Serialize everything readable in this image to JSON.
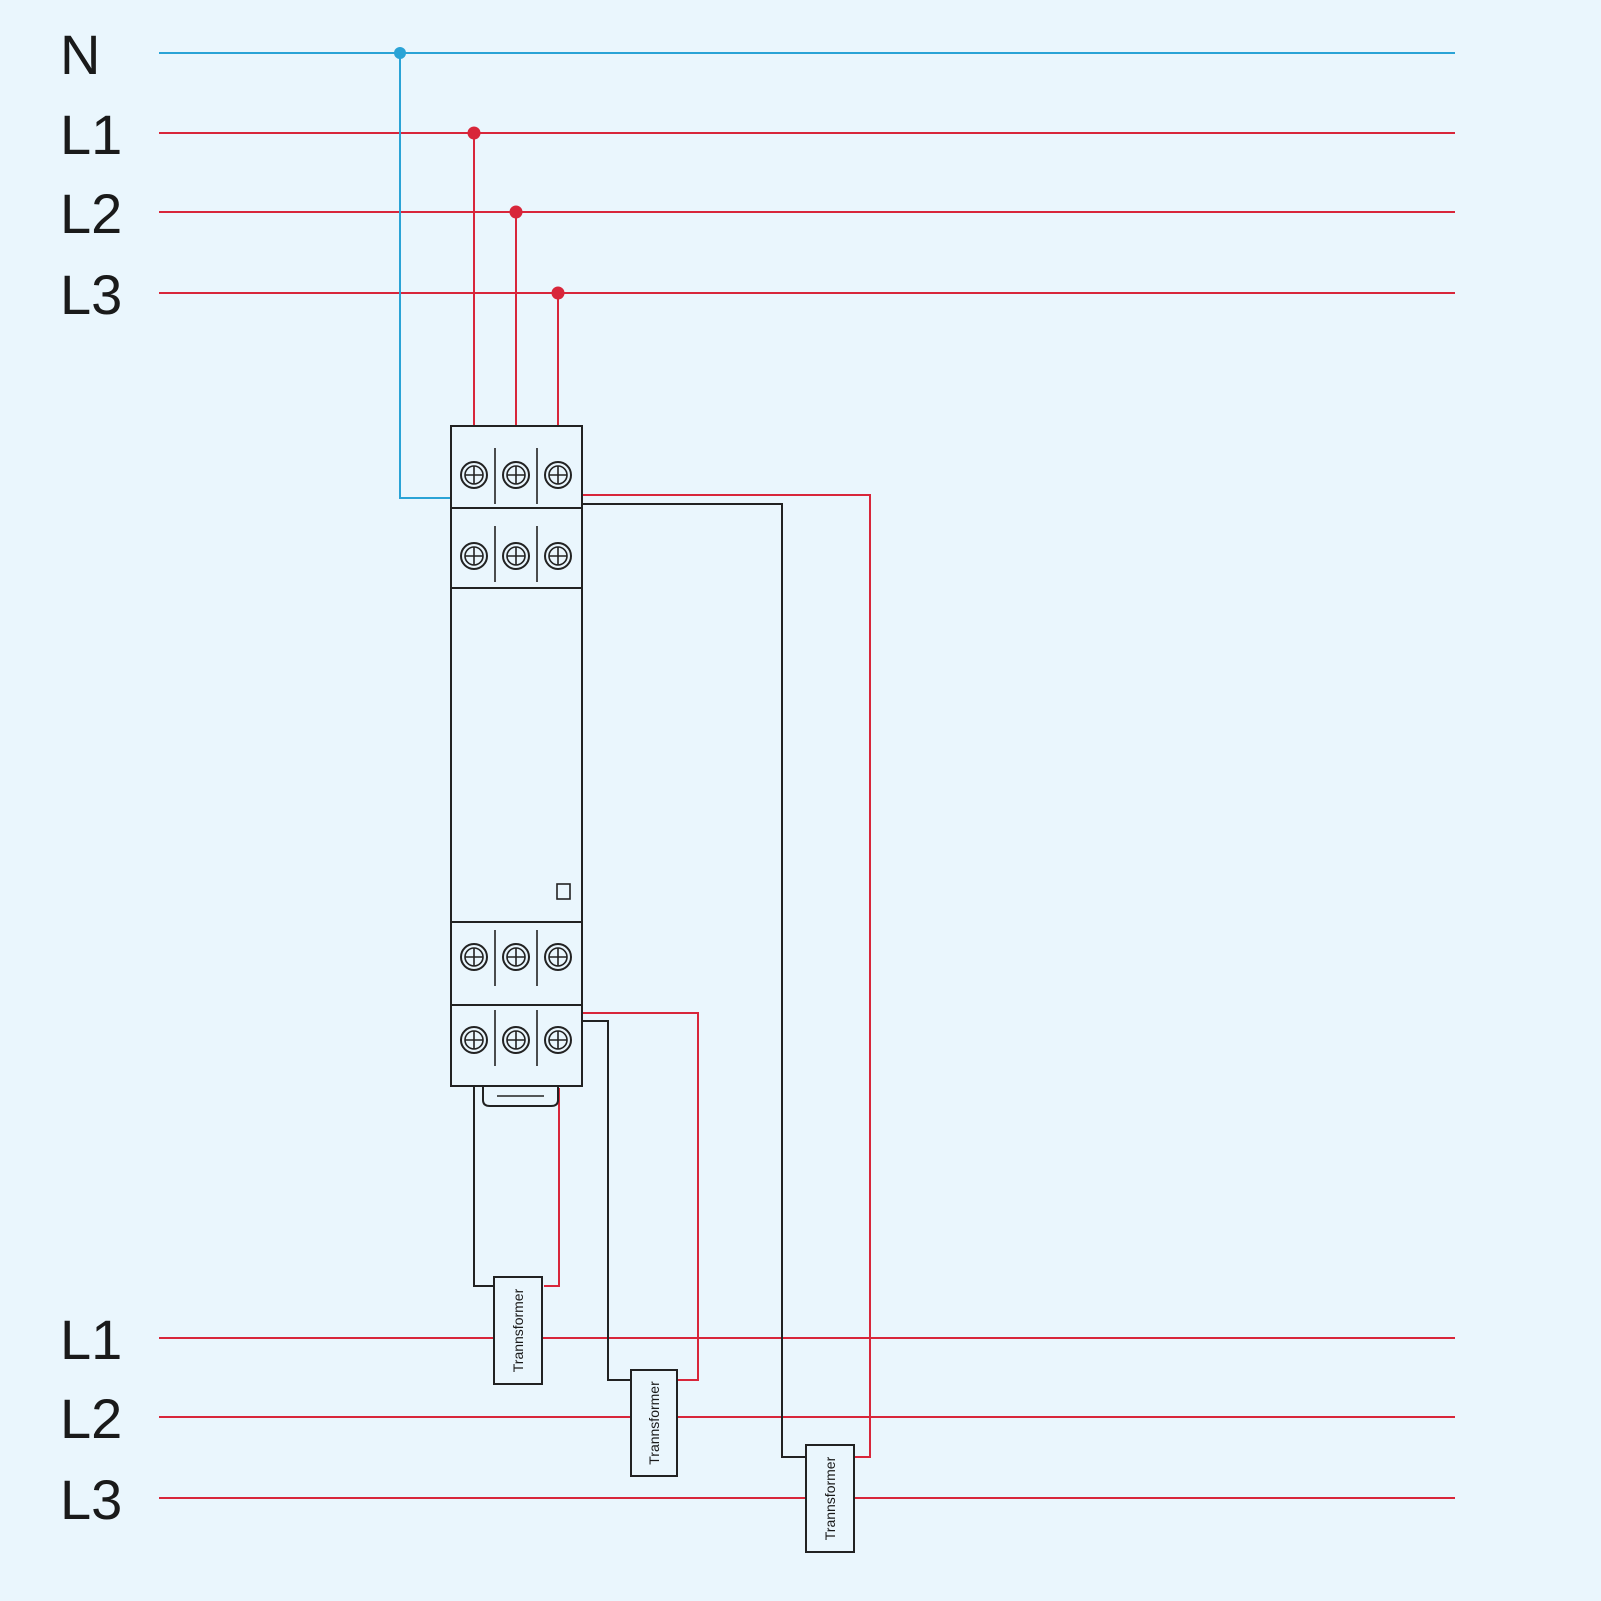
{
  "colors": {
    "background": "#eaf6fd",
    "neutral": "#2aa3d6",
    "phase": "#d8263a",
    "outline": "#222222"
  },
  "top_buses": [
    {
      "key": "N",
      "label": "N",
      "color": "neutral"
    },
    {
      "key": "L1",
      "label": "L1",
      "color": "phase"
    },
    {
      "key": "L2",
      "label": "L2",
      "color": "phase"
    },
    {
      "key": "L3",
      "label": "L3",
      "color": "phase"
    }
  ],
  "bottom_buses": [
    {
      "key": "L1",
      "label": "L1",
      "color": "phase"
    },
    {
      "key": "L2",
      "label": "L2",
      "color": "phase"
    },
    {
      "key": "L3",
      "label": "L3",
      "color": "phase"
    }
  ],
  "transformers": [
    {
      "label": "Trannsformer",
      "phase": "L1"
    },
    {
      "label": "Trannsformer",
      "phase": "L2"
    },
    {
      "label": "Trannsformer",
      "phase": "L3"
    }
  ],
  "device": {
    "terminal_rows": 4,
    "terminals_per_row": 3,
    "icons": [
      "screw-terminal-icon",
      "indicator-square-icon",
      "din-clip-icon"
    ]
  }
}
